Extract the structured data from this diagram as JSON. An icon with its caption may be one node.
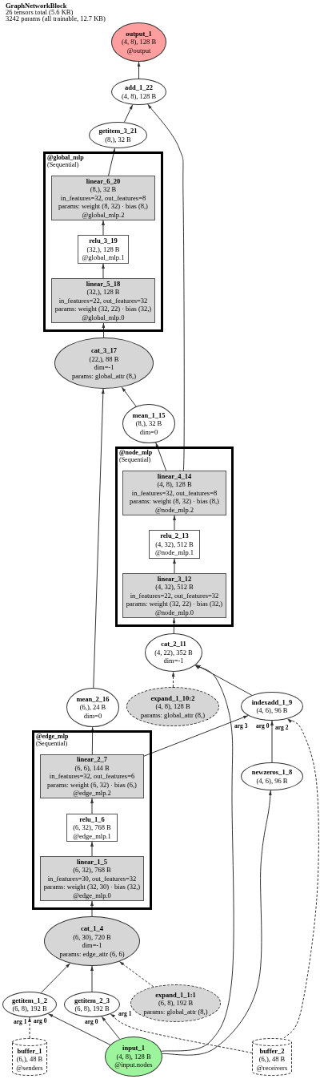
{
  "diagram": {
    "title": "GraphNetworkBlock",
    "nodes": [
      {
        "text": [
          "output_1",
          "(4, 8), 128 B",
          "@output"
        ]
      },
      {
        "text": [
          "add_1_22",
          "(4, 8), 128 B"
        ]
      },
      {
        "text": [
          "getitem_3_21",
          "(8,), 32 B"
        ]
      },
      {
        "text": [
          "@global_mlp",
          "(Sequential)"
        ]
      },
      {
        "text": [
          "linear_6_20",
          "(8,), 32 B",
          "in_features=32, out_features=8",
          "params: weight (8, 32) · bias (8,)",
          "@global_mlp.2"
        ],
        "in": 3
      },
      {
        "text": [
          "relu_3_19",
          "(32,), 128 B",
          "@global_mlp.1"
        ],
        "in": 3
      },
      {
        "text": [
          "linear_5_18",
          "(32,), 128 B",
          "in_features=22, out_features=32",
          "params: weight (32, 22) · bias (32,)",
          "@global_mlp.0"
        ],
        "in": 3
      },
      {
        "text": [
          "cat_3_17",
          "(22,), 88 B",
          "dim=-1",
          "params: global_attr (8,)"
        ]
      },
      {
        "text": [
          "mean_1_15",
          "(8,), 32 B",
          "dim=0"
        ]
      },
      {
        "text": [
          "@node_mlp",
          "(Sequential)"
        ]
      },
      {
        "text": [
          "linear_4_14",
          "(4, 8), 128 B",
          "in_features=32, out_features=8",
          "params: weight (8, 32) · bias (8,)",
          "@node_mlp.2"
        ],
        "in": 9
      },
      {
        "text": [
          "relu_2_13",
          "(4, 32), 512 B",
          "@node_mlp.1"
        ],
        "in": 9
      },
      {
        "text": [
          "linear_3_12",
          "(4, 32), 512 B",
          "in_features=22, out_features=32",
          "params: weight (32, 22) · bias (32,)",
          "@node_mlp.0"
        ],
        "in": 9
      },
      {
        "text": [
          "cat_2_11",
          "(4, 22), 352 B",
          "dim=-1"
        ]
      },
      {
        "text": [
          "mean_2_16",
          "(6,), 24 B",
          "dim=0"
        ]
      },
      {
        "text": [
          "expand_1_10:2",
          "(4, 8), 128 B",
          "params: global_attr (8,)"
        ]
      },
      {
        "text": [
          "indexadd_1_9",
          "(4, 6), 96 B"
        ]
      },
      {
        "text": [
          "@edge_mlp",
          "(Sequential)"
        ]
      },
      {
        "text": [
          "linear_2_7",
          "(6, 6), 144 B",
          "in_features=32, out_features=6",
          "params: weight (6, 32) · bias (6,)",
          "@edge_mlp.2"
        ],
        "in": 17
      },
      {
        "text": [
          "relu_1_6",
          "(6, 32), 768 B",
          "@edge_mlp.1"
        ],
        "in": 17
      },
      {
        "text": [
          "linear_1_5",
          "(6, 32), 768 B",
          "in_features=30, out_features=32",
          "params: weight (32, 30) · bias (32,)",
          "@edge_mlp.0"
        ],
        "in": 17
      },
      {
        "text": [
          "newzeros_1_8",
          "(4, 6), 96 B"
        ]
      },
      {
        "text": [
          "cat_1_4",
          "(6, 30), 720 B",
          "dim=-1",
          "params: edge_attr (6, 6)"
        ]
      },
      {
        "text": [
          "getitem_1_2",
          "(6, 8), 192 B"
        ]
      },
      {
        "text": [
          "getitem_2_3",
          "(6, 8), 192 B"
        ]
      },
      {
        "text": [
          "expand_1_1:1",
          "(6, 8), 192 B",
          "params: global_attr (8,)"
        ]
      },
      {
        "text": [
          "buffer_1",
          "(6,), 48 B",
          "@senders"
        ]
      },
      {
        "text": [
          "input_1",
          "(4, 8), 128 B",
          "@input.nodes"
        ]
      },
      {
        "text": [
          "buffer_2",
          "(6,), 48 B",
          "@receivers"
        ]
      }
    ],
    "edges": [
      {
        "from": 1,
        "to": 0,
        "arrow": "to"
      },
      {
        "from": 2,
        "to": 1,
        "arrow": "to"
      },
      {
        "from": 10,
        "to": 1,
        "arrow": "to"
      },
      {
        "from": 4,
        "to": 2,
        "arrow": "to"
      },
      {
        "from": 5,
        "to": 4,
        "arrow": "to"
      },
      {
        "from": 6,
        "to": 5,
        "arrow": "to"
      },
      {
        "from": 7,
        "to": 6,
        "arrow": "to"
      },
      {
        "from": 8,
        "to": 7,
        "arrow": "to"
      },
      {
        "from": 14,
        "to": 7,
        "arrow": "to"
      },
      {
        "from": 10,
        "to": 8,
        "arrow": "to"
      },
      {
        "from": 11,
        "to": 10,
        "arrow": "to"
      },
      {
        "from": 12,
        "to": 11,
        "arrow": "to"
      },
      {
        "from": 13,
        "to": 12,
        "arrow": "to"
      },
      {
        "from": 15,
        "to": 13,
        "arrow": "to",
        "style": "dashed"
      },
      {
        "from": 16,
        "to": 13,
        "arrow": "to"
      },
      {
        "from": 27,
        "to": 13,
        "arrow": "to"
      },
      {
        "from": 18,
        "to": 14,
        "arrow": "to"
      },
      {
        "from": 18,
        "to": 16,
        "arrow": "to",
        "label": "arg 3"
      },
      {
        "from": 21,
        "to": 16,
        "arrow": "to",
        "label": "arg 0"
      },
      {
        "from": 28,
        "to": 16,
        "arrow": "to",
        "label": "arg 2",
        "style": "dashed"
      },
      {
        "from": 19,
        "to": 18,
        "arrow": "to"
      },
      {
        "from": 20,
        "to": 19,
        "arrow": "to"
      },
      {
        "from": 22,
        "to": 20,
        "arrow": "to"
      },
      {
        "from": 27,
        "to": 21,
        "arrow": "to"
      },
      {
        "from": 23,
        "to": 22,
        "arrow": "to"
      },
      {
        "from": 24,
        "to": 22,
        "arrow": "to"
      },
      {
        "from": 25,
        "to": 22,
        "arrow": "to",
        "style": "dashed"
      },
      {
        "from": 26,
        "to": 23,
        "arrow": "to",
        "label": "arg 1",
        "style": "dashed"
      },
      {
        "from": 27,
        "to": 23,
        "arrow": "to",
        "label": "arg 0"
      },
      {
        "from": 27,
        "to": 24,
        "arrow": "to",
        "label": "arg 0"
      },
      {
        "from": 28,
        "to": 24,
        "arrow": "to",
        "label": "arg 1",
        "style": "dashed"
      }
    ],
    "labels": [
      "26 tensors total (5.6 KB)",
      "3242 params (all trainable, 12.7 KB)"
    ]
  }
}
